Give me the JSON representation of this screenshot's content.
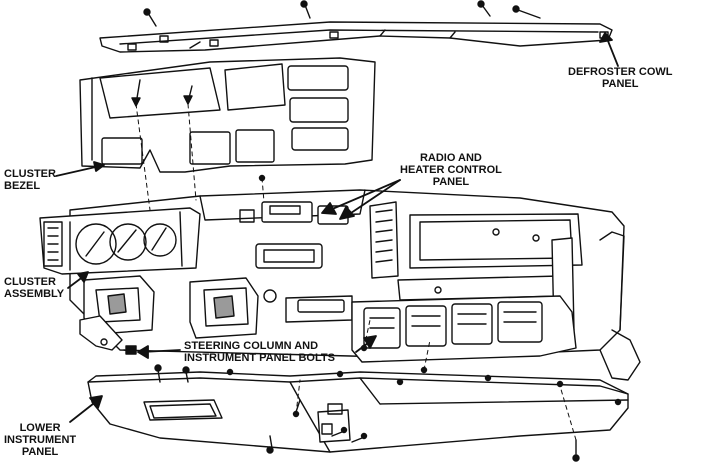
{
  "labels": {
    "defroster_cowl_panel": [
      "DEFROSTER COWL",
      "PANEL"
    ],
    "radio_heater_control_panel": [
      "RADIO AND",
      "HEATER CONTROL",
      "PANEL"
    ],
    "cluster_bezel": [
      "CLUSTER",
      "BEZEL"
    ],
    "cluster_assembly": [
      "CLUSTER",
      "ASSEMBLY"
    ],
    "steering_column_bolts": [
      "STEERING COLUMN AND",
      "INSTRUMENT PANEL BOLTS"
    ],
    "lower_instrument_panel": [
      "LOWER",
      "INSTRUMENT",
      "PANEL"
    ]
  },
  "colors": {
    "ink": "#111111",
    "paper": "#ffffff",
    "shade": "#9a9a9a"
  }
}
